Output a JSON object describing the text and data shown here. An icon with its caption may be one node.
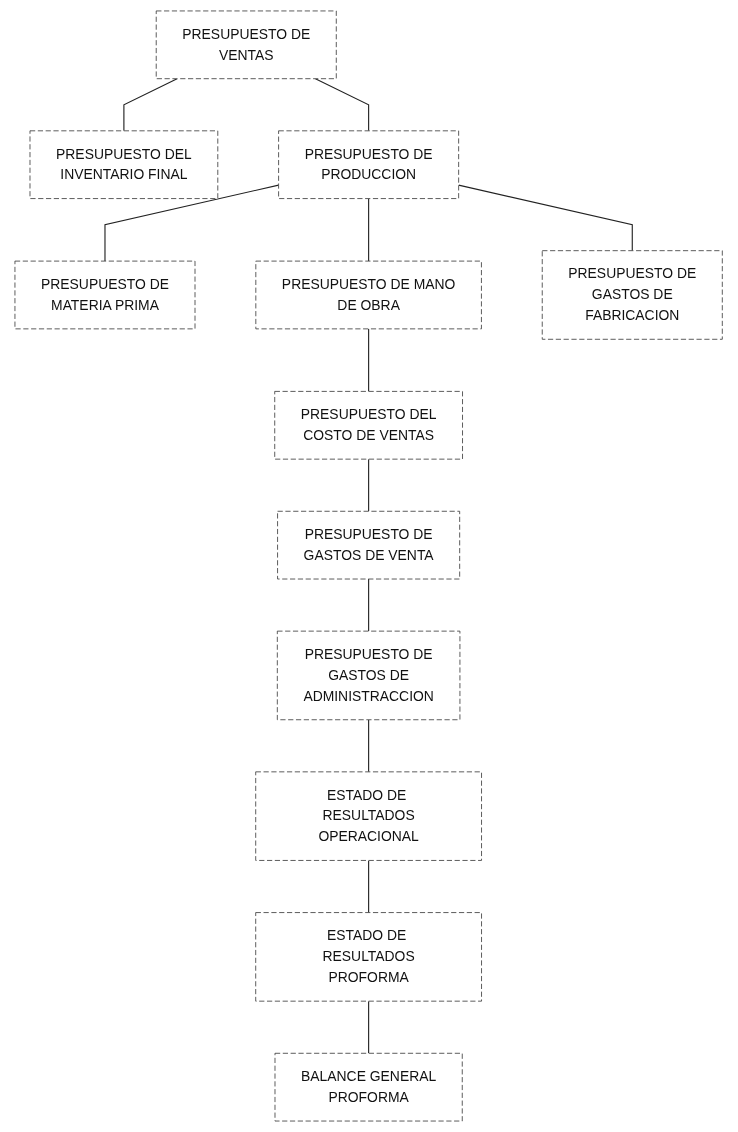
{
  "diagram": {
    "nodes": [
      {
        "text": [
          "PRESUPUESTO DE VENTAS"
        ]
      },
      {
        "text": [
          "PRESUPUESTO DEL INVENTARIO FINAL"
        ]
      },
      {
        "text": [
          "PRESUPUESTO DE PRODUCCION"
        ]
      },
      {
        "text": [
          "PRESUPUESTO DE MATERIA PRIMA"
        ]
      },
      {
        "text": [
          "PRESUPUESTO DE MANO DE OBRA"
        ]
      },
      {
        "text": [
          "PRESUPUESTO DE GASTOS DE FABRICACION"
        ]
      },
      {
        "text": [
          "PRESUPUESTO DEL COSTO DE VENTAS"
        ]
      },
      {
        "text": [
          "PRESUPUESTO DE GASTOS DE VENTA"
        ]
      },
      {
        "text": [
          "PRESUPUESTO DE GASTOS DE ADMINISTRACCION"
        ]
      },
      {
        "text": [
          "ESTADO DE RESULTADOS OPERACIONAL"
        ]
      },
      {
        "text": [
          "ESTADO DE RESULTADOS PROFORMA"
        ]
      },
      {
        "text": [
          "BALANCE GENERAL PROFORMA"
        ]
      }
    ],
    "edges": [
      {
        "from": 0,
        "to": 1,
        "arrow": "none"
      },
      {
        "from": 0,
        "to": 2,
        "arrow": "none"
      },
      {
        "from": 2,
        "to": 3,
        "arrow": "none"
      },
      {
        "from": 2,
        "to": 4,
        "arrow": "none"
      },
      {
        "from": 2,
        "to": 5,
        "arrow": "none"
      },
      {
        "from": 4,
        "to": 6,
        "arrow": "none"
      },
      {
        "from": 6,
        "to": 7,
        "arrow": "none"
      },
      {
        "from": 7,
        "to": 8,
        "arrow": "none"
      },
      {
        "from": 8,
        "to": 9,
        "arrow": "none"
      },
      {
        "from": 9,
        "to": 10,
        "arrow": "none"
      },
      {
        "from": 10,
        "to": 11,
        "arrow": "none"
      }
    ]
  }
}
